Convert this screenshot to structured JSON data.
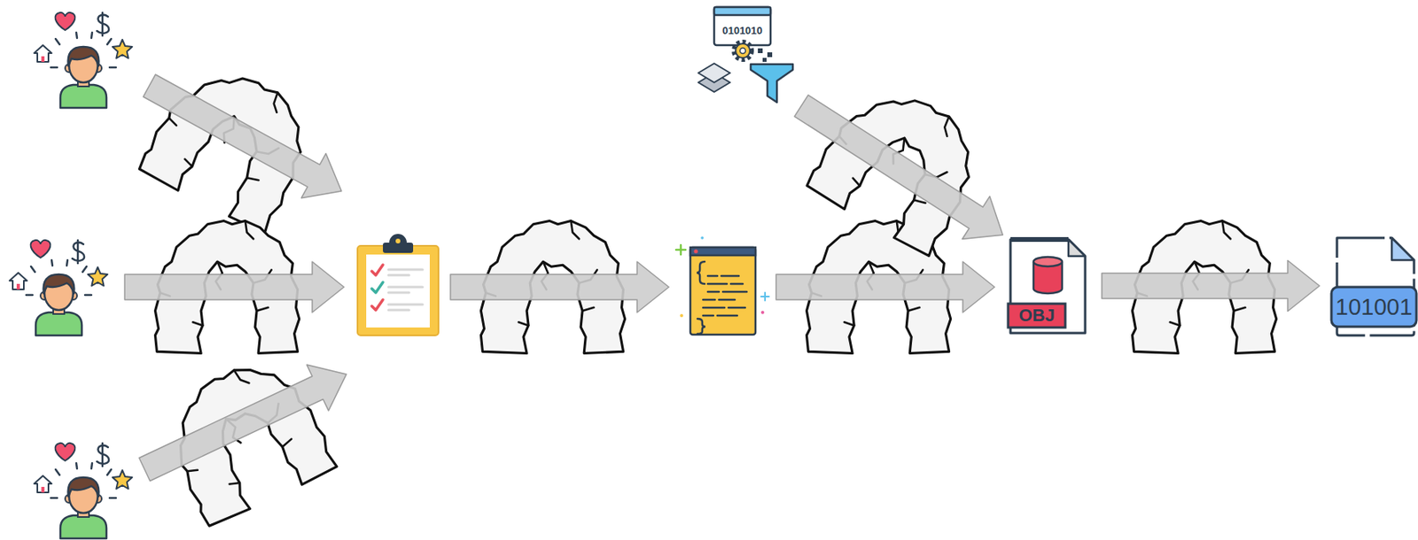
{
  "diagram": {
    "nodes": [
      {
        "text": [
          "0101010"
        ]
      },
      {
        "text": [
          "OBJ"
        ]
      },
      {
        "text": [
          "101001"
        ]
      }
    ],
    "edges": [
      {
        "from": 0,
        "to": 1,
        "arrow": "to"
      },
      {
        "from": 1,
        "to": 2,
        "arrow": "to"
      }
    ]
  }
}
